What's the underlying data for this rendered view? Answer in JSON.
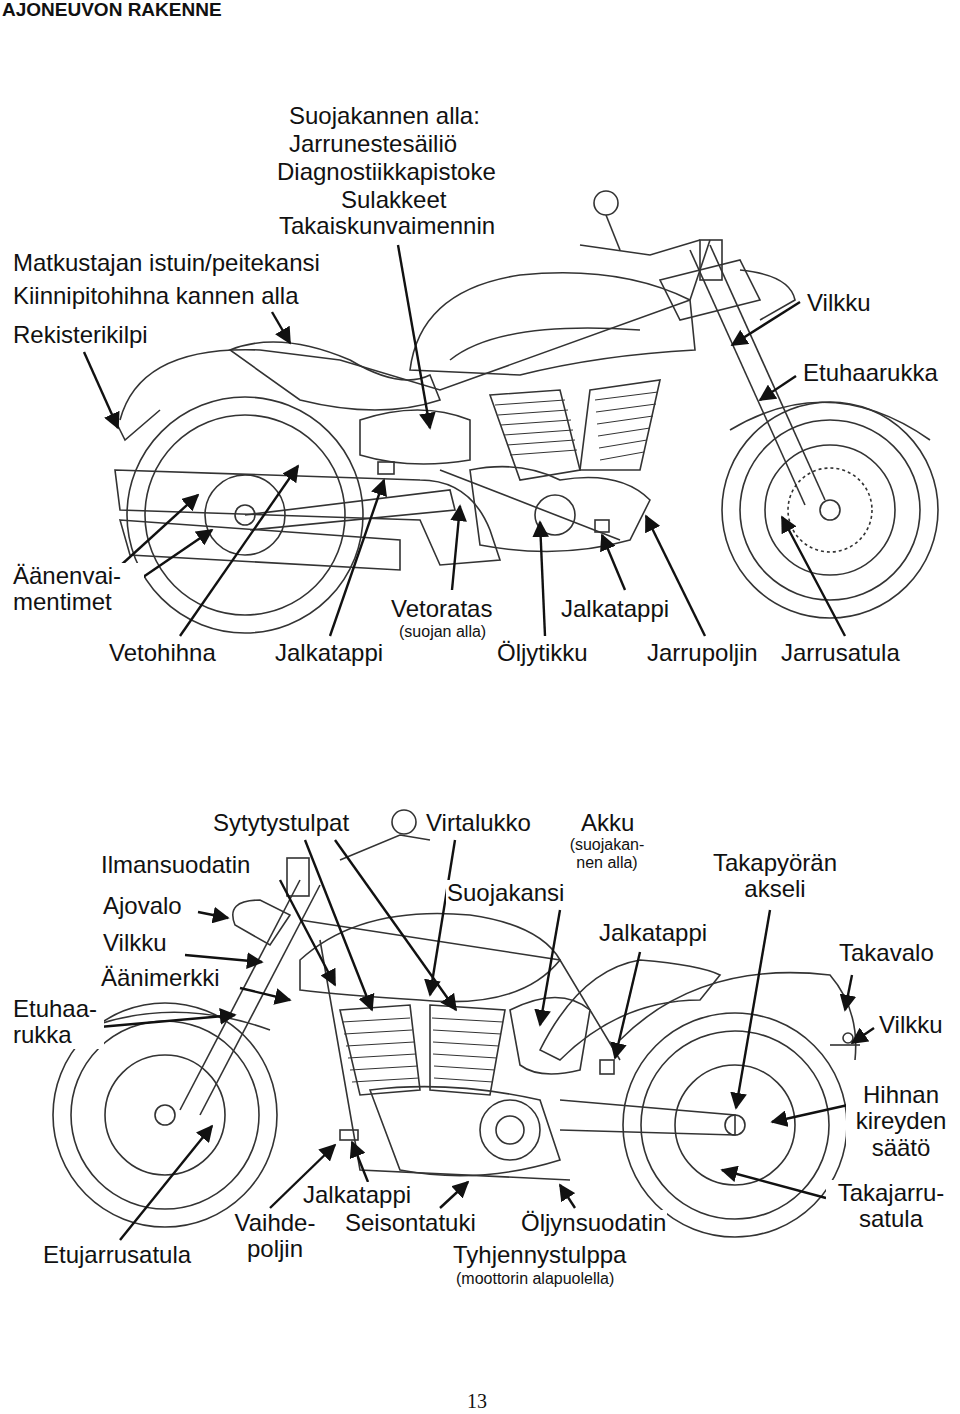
{
  "diagram": {
    "title": "AJONEUVON RAKENNE",
    "labels": [
      "Suojakannen alla:",
      "Jarrunestesäiliö",
      "Diagnostiikkapistoke",
      "Sulakkeet",
      "Takaiskunvaimennin",
      "Matkustajan istuin/peitekansi",
      "Kiinnipitohihna kannen alla",
      "Rekisterikilpi",
      "Vilkku",
      "Etuhaarukka",
      "Äänenvai- mentimet",
      "Vetohihna",
      "Jalkatappi",
      "Vetoratas",
      "(suojan alla)",
      "Jalkatappi",
      "Öljytikku",
      "Jarrupoljin",
      "Jarrusatula",
      "Sytytystulpat",
      "Virtalukko",
      "Akku",
      "(suojakan- nen alla)",
      "Ilmansuodatin",
      "Suojakansi",
      "Takapyörän akseli",
      "Ajovalo",
      "Jalkatappi",
      "Takavalo",
      "Vilkku",
      "Äänimerkki",
      "Etuhaa- rukka",
      "Vilkku",
      "Hihnan kireyden säätö",
      "Takajarru- satula",
      "Jalkatappi",
      "Vaihde- poljin",
      "Seisontatuki",
      "Öljynsuodatin",
      "Etujarrusatula",
      "Tyhjennystulppa",
      "(moottorin alapuolella)",
      "13"
    ]
  }
}
